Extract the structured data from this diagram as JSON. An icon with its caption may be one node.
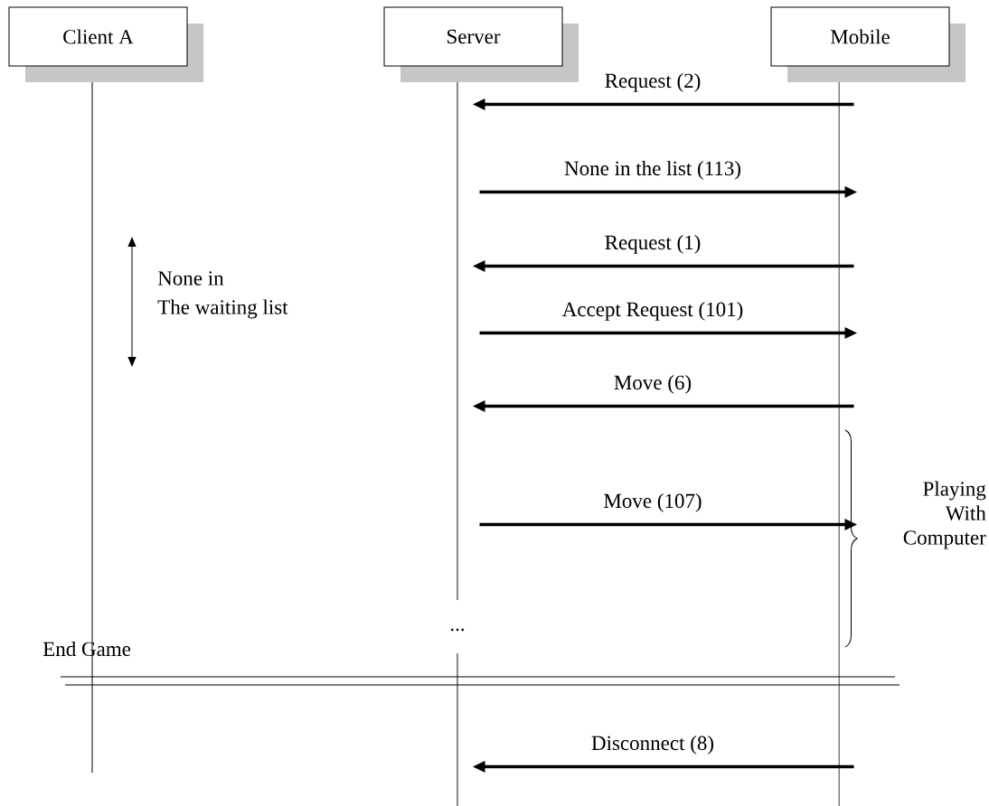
{
  "diagram": {
    "nodes": [
      {
        "text": [
          "Client A"
        ]
      },
      {
        "text": [
          "Server"
        ]
      },
      {
        "text": [
          "Mobile"
        ]
      }
    ],
    "edges": [
      {
        "from": 2,
        "to": 1,
        "arrow": "to",
        "label": "Request (2)"
      },
      {
        "from": 1,
        "to": 2,
        "arrow": "to",
        "label": "None in the list (113)"
      },
      {
        "from": 2,
        "to": 1,
        "arrow": "to",
        "label": "Request (1)"
      },
      {
        "from": 1,
        "to": 2,
        "arrow": "to",
        "label": "Accept Request (101)"
      },
      {
        "from": 2,
        "to": 1,
        "arrow": "to",
        "label": "Move (6)"
      },
      {
        "from": 1,
        "to": 2,
        "arrow": "to",
        "label": "Move (107)"
      },
      {
        "from": 2,
        "to": 1,
        "arrow": "to",
        "label": "Disconnect (8)"
      }
    ],
    "labels": [
      "None in",
      "The waiting list",
      "Playing With Computer",
      "...",
      "End Game"
    ]
  }
}
